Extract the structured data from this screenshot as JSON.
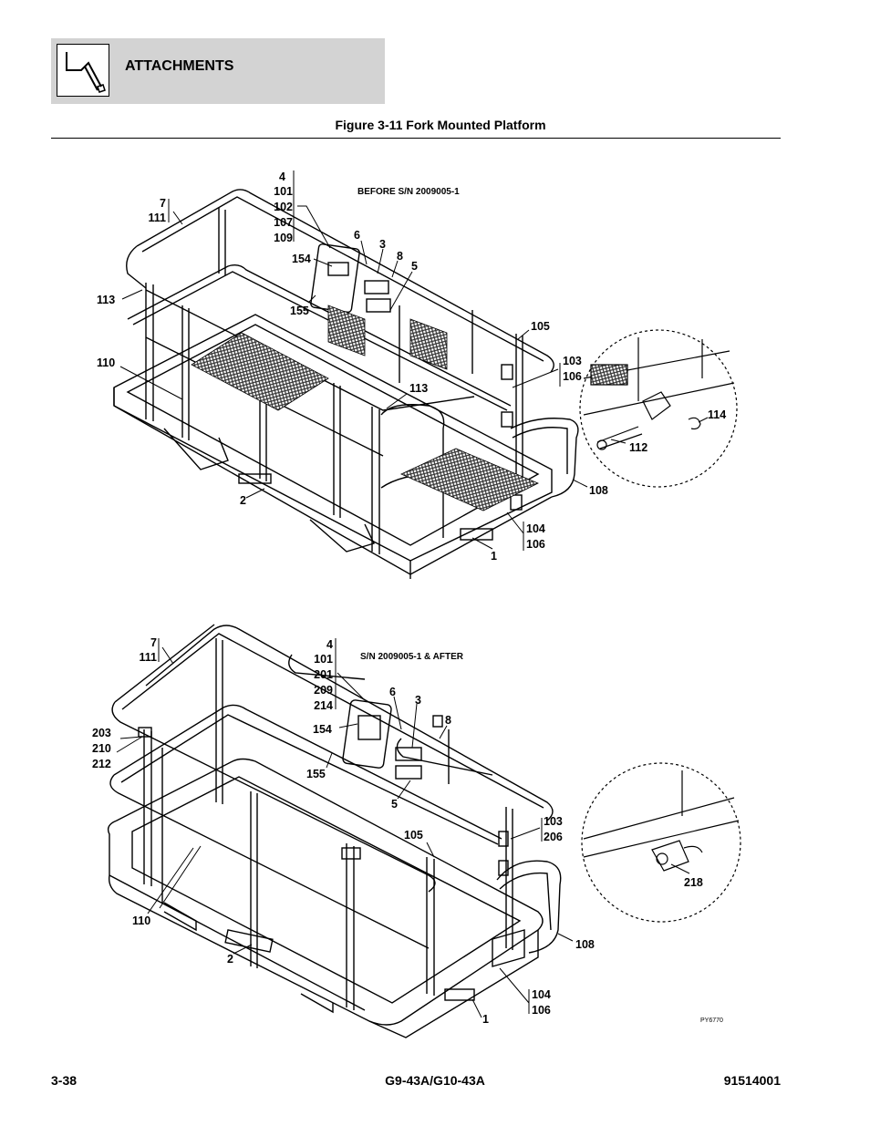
{
  "header": {
    "section_title": "ATTACHMENTS",
    "icon": "fork-attachment-icon"
  },
  "figure_title": "Figure 3-11 Fork Mounted Platform",
  "upper": {
    "note": "BEFORE S/N 2009005-1",
    "callouts": {
      "c4": "4",
      "c101": "101",
      "c102": "102",
      "c107": "107",
      "c109": "109",
      "c7": "7",
      "c111": "111",
      "c154": "154",
      "c6": "6",
      "c3": "3",
      "c8": "8",
      "c5": "5",
      "c113a": "113",
      "c155": "155",
      "c105": "105",
      "c110": "110",
      "c103": "103",
      "c106a": "106",
      "c113b": "113",
      "c114": "114",
      "c112": "112",
      "c108": "108",
      "c2": "2",
      "c104": "104",
      "c106b": "106",
      "c1": "1"
    }
  },
  "lower": {
    "note": "S/N 2009005-1 & AFTER",
    "callouts": {
      "c7": "7",
      "c111": "111",
      "c4": "4",
      "c101": "101",
      "c201": "201",
      "c209": "209",
      "c214": "214",
      "c6": "6",
      "c3": "3",
      "c8": "8",
      "c154": "154",
      "c203": "203",
      "c210": "210",
      "c212": "212",
      "c155": "155",
      "c5": "5",
      "c103": "103",
      "c206": "206",
      "c105": "105",
      "c218": "218",
      "c110": "110",
      "c108": "108",
      "c2": "2",
      "c104": "104",
      "c106": "106",
      "c1": "1"
    },
    "drawing_code": "PY6770"
  },
  "footer": {
    "page_number": "3-38",
    "model": "G9-43A/G10-43A",
    "manual_number": "91514001"
  }
}
